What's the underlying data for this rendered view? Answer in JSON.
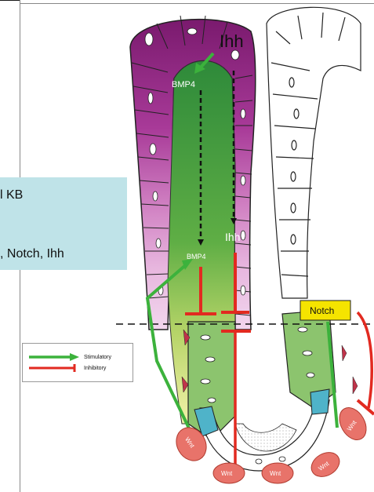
{
  "info_box": {
    "line1": "l KB",
    "line2": ", Notch, Ihh"
  },
  "labels": {
    "ihh_top": "Ihh",
    "bmp4_top": "BMP4",
    "ihh_mid": "Ihh",
    "bmp4_mid": "BMP4",
    "notch": "Notch",
    "wnt": "Wnt"
  },
  "legend": {
    "stimulatory": "Stimulatory",
    "inhibitory": "Inhibitory"
  },
  "colors": {
    "stimulatory_arrow": "#3cb23c",
    "inhibitory": "#e22a20",
    "wnt": "#e8736a",
    "notch_box": "#f5e400",
    "info_box": "#bfe3e8"
  }
}
